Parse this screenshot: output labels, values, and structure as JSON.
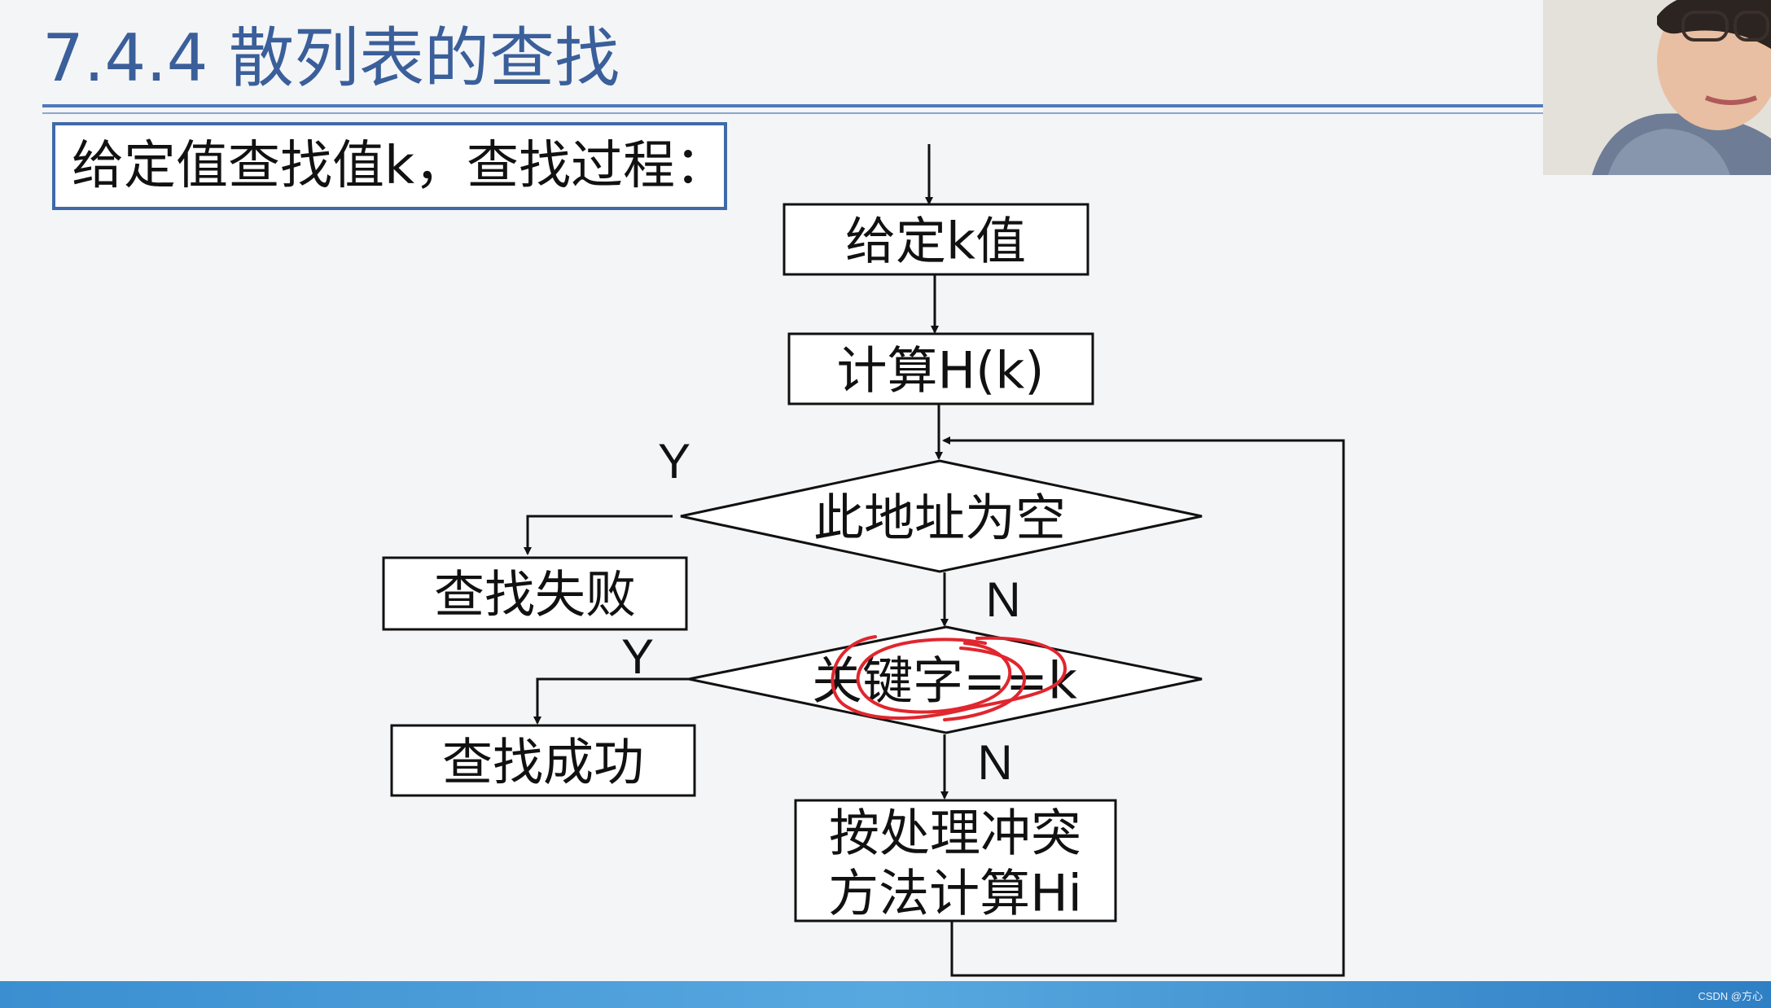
{
  "title": "7.4.4 散列表的查找",
  "intro": "给定值查找值k，查找过程：",
  "flowchart": {
    "nodes": {
      "given_k": "给定k值",
      "compute_h": "计算H(k)",
      "address_empty": "此地址为空",
      "search_fail": "查找失败",
      "key_equals_k": "关键字==k",
      "search_success": "查找成功",
      "resolve_collision_line1": "按处理冲突",
      "resolve_collision_line2": "方法计算Hi"
    },
    "branch_labels": {
      "empty_yes": "Y",
      "empty_no": "N",
      "key_yes": "Y",
      "key_no": "N"
    }
  },
  "annotation_color": "#e0262e",
  "watermark": "CSDN @方心"
}
